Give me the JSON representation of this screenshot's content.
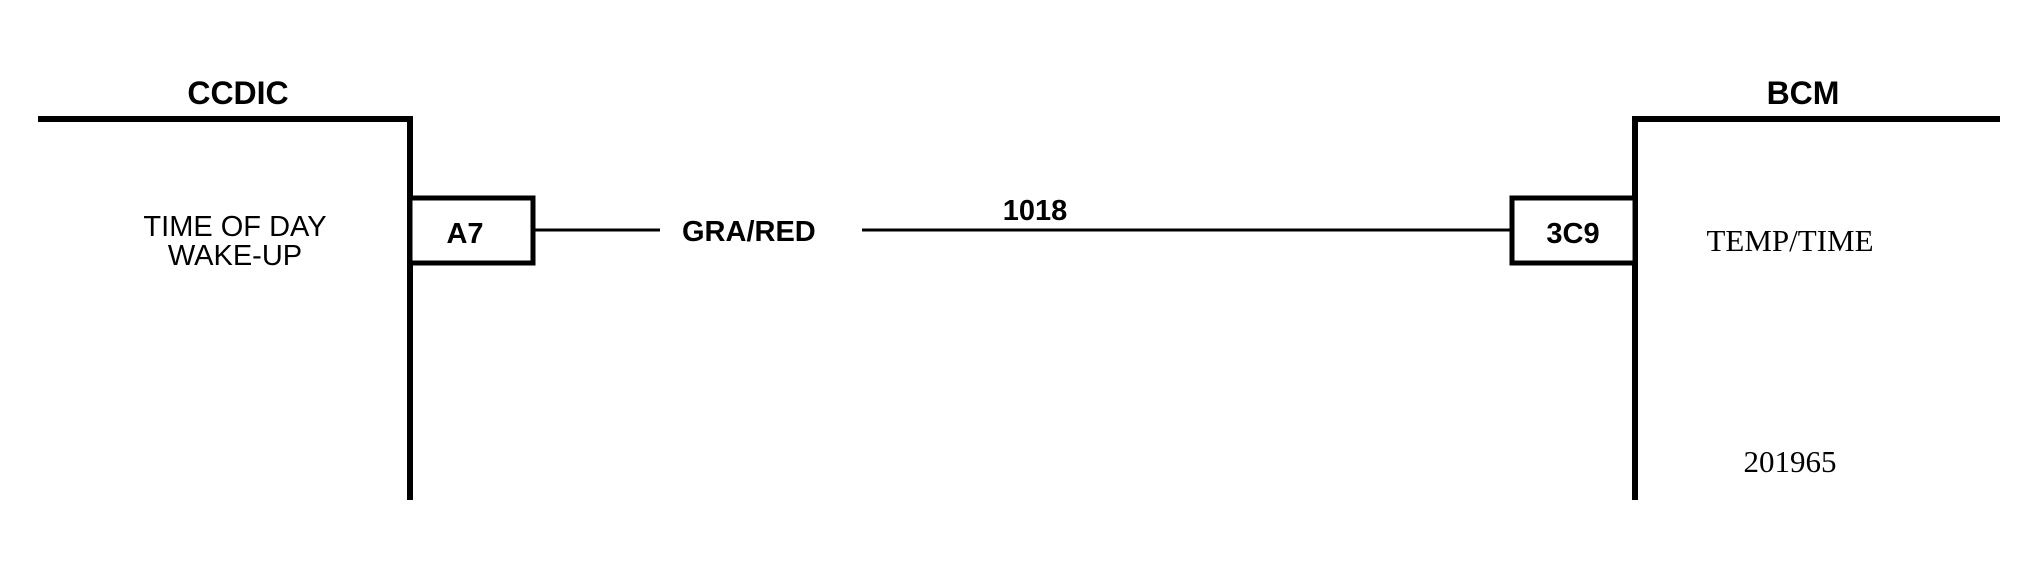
{
  "left_module": {
    "name": "CCDIC",
    "function_label_line1": "TIME OF DAY",
    "function_label_line2": "WAKE-UP",
    "pin": "A7"
  },
  "right_module": {
    "name": "BCM",
    "function_label": "TEMP/TIME",
    "pin": "3C9"
  },
  "wire": {
    "color_code": "GRA/RED",
    "circuit_number": "1018"
  },
  "figure_number": "201965",
  "colors": {
    "ink": "#000000",
    "background": "#ffffff"
  }
}
